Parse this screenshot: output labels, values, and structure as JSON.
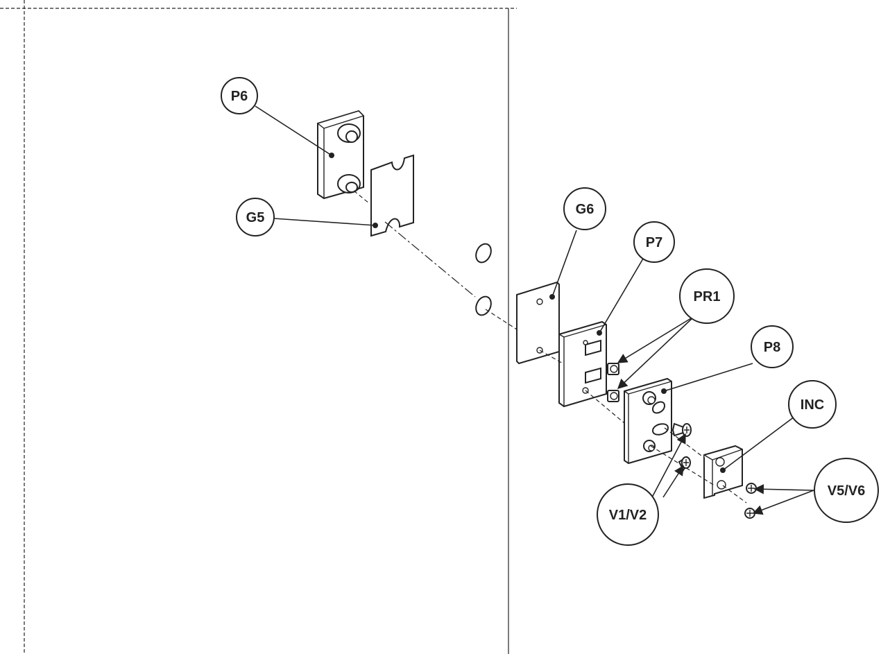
{
  "callouts": {
    "p6": "P6",
    "g5": "G5",
    "g6": "G6",
    "p7": "P7",
    "pr1": "PR1",
    "p8": "P8",
    "inc": "INC",
    "v1v2": "V1/V2",
    "v5v6": "V5/V6"
  },
  "icons": [
    "arrow-head-icon"
  ],
  "colors": {
    "ink": "#222222",
    "background": "#ffffff"
  }
}
